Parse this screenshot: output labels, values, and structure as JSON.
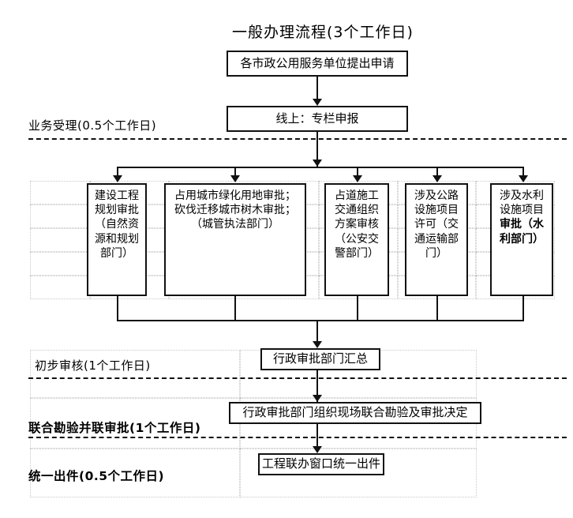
{
  "title": "一般办理流程(3个工作日)",
  "nodes": {
    "apply": "各市政公用服务单位提出申请",
    "online": "线上：专栏申报",
    "summary": "行政审批部门汇总",
    "joint_review": "行政审批部门组织现场联合勘验及审批决定",
    "output": "工程联办窗口统一出件"
  },
  "parallel_boxes": [
    {
      "id": "planning",
      "lines": [
        "建设工程",
        "规划审批",
        "（自然资",
        "源和规划",
        "部门）"
      ],
      "bold_from": null
    },
    {
      "id": "greenery",
      "lines": [
        "占用城市绿化用地审批；",
        "砍伐迁移城市树木审批；",
        "（城管执法部门）"
      ],
      "bold_from": null
    },
    {
      "id": "traffic",
      "lines": [
        "占道施工",
        "交通组织",
        "方案审核",
        "（公安交",
        "警部门）"
      ],
      "bold_from": null
    },
    {
      "id": "highway",
      "lines": [
        "涉及公路",
        "设施项目",
        "许可（交",
        "通运输部",
        "门）"
      ],
      "bold_from": null
    },
    {
      "id": "water",
      "lines": [
        "涉及水利",
        "设施项目",
        "审批（水",
        "利部门）"
      ],
      "bold_from": 2
    }
  ],
  "phases": [
    {
      "id": "acceptance",
      "label": "业务受理(0.5个工作日)",
      "bold": false
    },
    {
      "id": "preliminary",
      "label": "初步审核(1个工作日)",
      "bold": false
    },
    {
      "id": "joint",
      "label": "联合勘验并联审批(1个工作日)",
      "bold": true
    },
    {
      "id": "delivery",
      "label": "统一出件(0.5个工作日)",
      "bold": true
    }
  ],
  "colors": {
    "line": "#111111",
    "grid": "#c9c9c9",
    "background": "#ffffff"
  }
}
